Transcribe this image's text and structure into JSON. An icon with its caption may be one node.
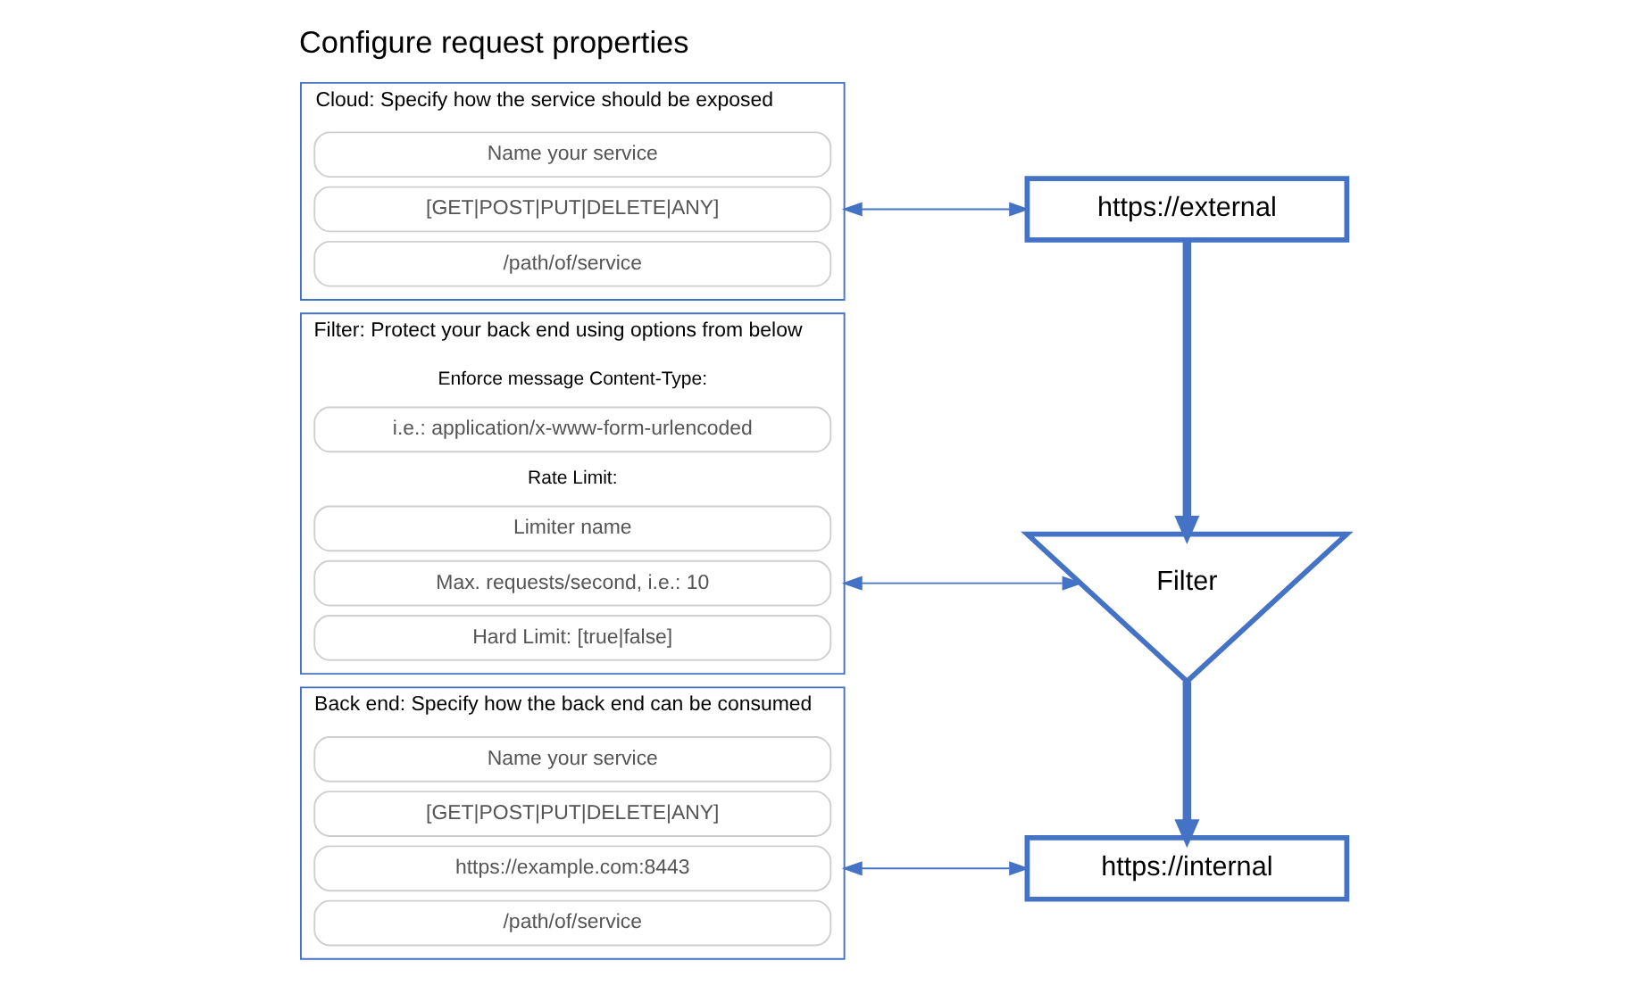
{
  "diagram": {
    "title": "Configure request properties",
    "nodes": [
      {
        "text": [
          "Cloud: Specify how the service should be exposed"
        ]
      },
      {
        "text": [
          "Name your service"
        ],
        "in": 0
      },
      {
        "text": [
          "[GET|POST|PUT|DELETE|ANY]"
        ],
        "in": 0
      },
      {
        "text": [
          "/path/of/service"
        ],
        "in": 0
      },
      {
        "text": [
          "Filter: Protect your back end using options from below"
        ]
      },
      {
        "text": [
          "i.e.: application/x-www-form-urlencoded"
        ],
        "in": 4
      },
      {
        "text": [
          "Limiter name"
        ],
        "in": 4
      },
      {
        "text": [
          "Max. requests/second, i.e.: 10"
        ],
        "in": 4
      },
      {
        "text": [
          "Hard Limit: [true|false]"
        ],
        "in": 4
      },
      {
        "text": [
          "Back end: Specify how the back end can be consumed"
        ]
      },
      {
        "text": [
          "Name your service"
        ],
        "in": 9
      },
      {
        "text": [
          "[GET|POST|PUT|DELETE|ANY]"
        ],
        "in": 9
      },
      {
        "text": [
          "https://example.com:8443"
        ],
        "in": 9
      },
      {
        "text": [
          "/path/of/service"
        ],
        "in": 9
      },
      {
        "text": [
          "https://external"
        ]
      },
      {
        "text": [
          "Filter"
        ]
      },
      {
        "text": [
          "https://internal"
        ]
      }
    ],
    "edges": [
      {
        "from": 0,
        "to": 14,
        "arrow": "both"
      },
      {
        "from": 4,
        "to": 15,
        "arrow": "both"
      },
      {
        "from": 9,
        "to": 16,
        "arrow": "both"
      },
      {
        "from": 14,
        "to": 15,
        "arrow": "to",
        "style": "thick"
      },
      {
        "from": 15,
        "to": 16,
        "arrow": "to",
        "style": "thick"
      }
    ],
    "labels": [
      "Enforce message Content-Type:",
      "Rate Limit:"
    ]
  }
}
